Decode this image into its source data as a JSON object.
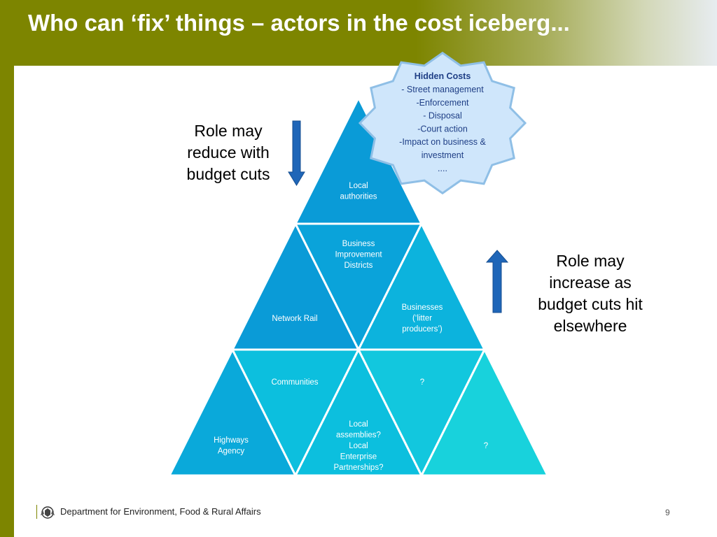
{
  "slide": {
    "title": "Who can ‘fix’ things – actors in the cost iceberg...",
    "footer": "Department for Environment, Food & Rural Affairs",
    "page_number": "9"
  },
  "hidden_costs": {
    "heading": "Hidden Costs",
    "lines": [
      "- Street management",
      "-Enforcement",
      "- Disposal",
      "-Court action",
      "-Impact on business &",
      "investment",
      "...."
    ]
  },
  "annotations": {
    "reduce": "Role may reduce with budget cuts",
    "increase": "Role may increase as budget cuts hit elsewhere"
  },
  "pyramid": {
    "local_authorities": [
      "Local",
      "authorities"
    ],
    "bids": [
      "Business",
      "Improvement",
      "Districts"
    ],
    "network_rail": [
      "Network Rail"
    ],
    "businesses": [
      "Businesses",
      "(‘litter",
      "producers’)"
    ],
    "communities": [
      "Communities"
    ],
    "unknown_top": [
      "?"
    ],
    "highways_agency": [
      "Highways",
      "Agency"
    ],
    "local_assemblies": [
      "Local",
      "assemblies?",
      "Local",
      "Enterprise",
      "Partnerships?"
    ],
    "unknown_bottom": [
      "?"
    ]
  },
  "colors": {
    "title_bar": "#7d8500",
    "cell_blue": "#0a9bd7",
    "cell_cyan": "#0cbfde",
    "cell_cyan_light": "#18d2dc",
    "callout_fill": "#cfe6fb",
    "callout_stroke": "#8fbfe6",
    "arrow_blue": "#1f66b8"
  }
}
